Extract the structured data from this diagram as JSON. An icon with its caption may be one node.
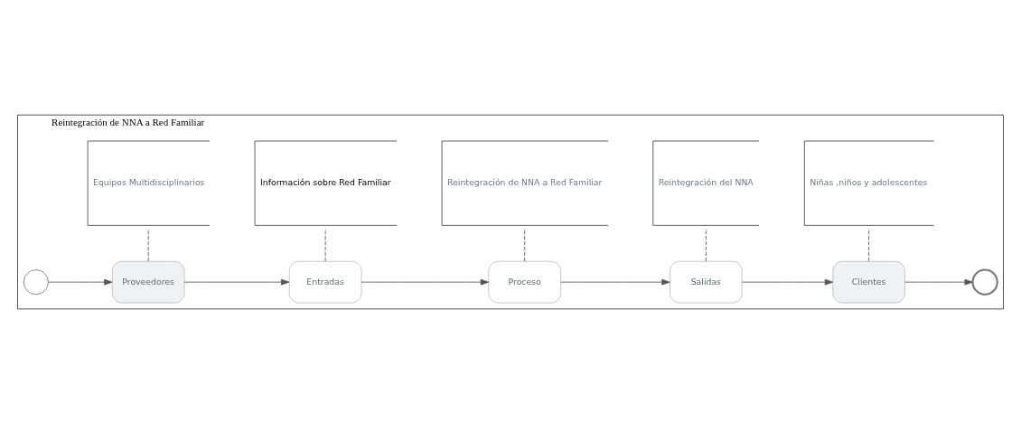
{
  "diagram": {
    "nodes": [
      {
        "text": [
          "Reintegración de NNA a Red Familiar"
        ]
      },
      {
        "text": [],
        "shape": "circle",
        "in": 0
      },
      {
        "text": [
          "Proveedores"
        ],
        "in": 0
      },
      {
        "text": [
          "Entradas"
        ],
        "in": 0
      },
      {
        "text": [
          "Proceso"
        ],
        "in": 0
      },
      {
        "text": [
          "Salidas"
        ],
        "in": 0
      },
      {
        "text": [
          "Clientes"
        ],
        "in": 0
      },
      {
        "text": [],
        "shape": "circle",
        "in": 0
      },
      {
        "text": [
          "Equipos Multidisciplinarios"
        ],
        "in": 0
      },
      {
        "text": [
          "Información sobre Red Familiar"
        ],
        "in": 0
      },
      {
        "text": [
          "Reintegración de NNA a Red Familiar"
        ],
        "in": 0
      },
      {
        "text": [
          "Reintegración del NNA"
        ],
        "in": 0
      },
      {
        "text": [
          "Niñas ,niños y adolescentes"
        ],
        "in": 0
      }
    ],
    "edges": [
      {
        "from": 1,
        "to": 2,
        "arrow": "to"
      },
      {
        "from": 2,
        "to": 3,
        "arrow": "to"
      },
      {
        "from": 3,
        "to": 4,
        "arrow": "to"
      },
      {
        "from": 4,
        "to": 5,
        "arrow": "to"
      },
      {
        "from": 5,
        "to": 6,
        "arrow": "to"
      },
      {
        "from": 6,
        "to": 7,
        "arrow": "to"
      },
      {
        "from": 2,
        "to": 8,
        "arrow": "none",
        "style": "dashed"
      },
      {
        "from": 3,
        "to": 9,
        "arrow": "none",
        "style": "dashed"
      },
      {
        "from": 4,
        "to": 10,
        "arrow": "none",
        "style": "dashed"
      },
      {
        "from": 5,
        "to": 11,
        "arrow": "none",
        "style": "dashed"
      },
      {
        "from": 6,
        "to": 12,
        "arrow": "none",
        "style": "dashed"
      }
    ]
  }
}
